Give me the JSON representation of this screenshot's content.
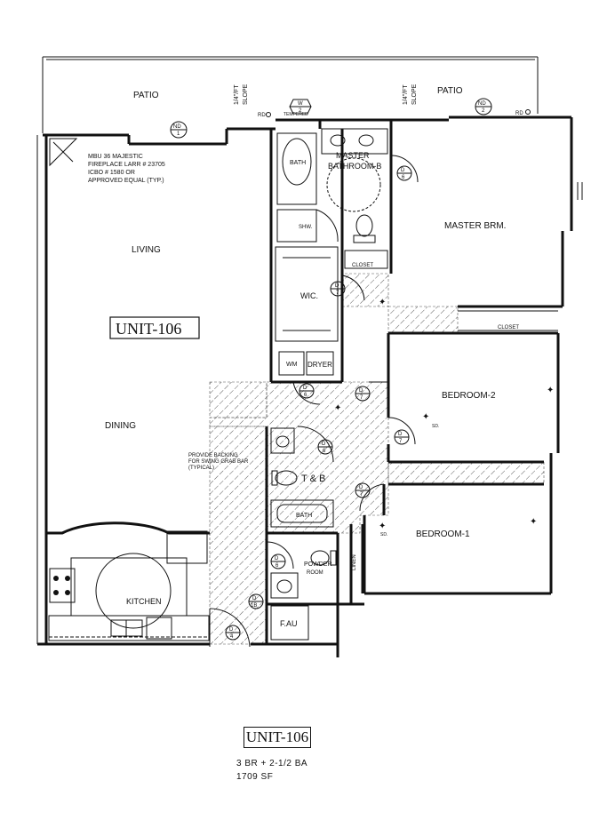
{
  "rooms": {
    "patio_left": "PATIO",
    "patio_right": "PATIO",
    "living": "LIVING",
    "dining": "DINING",
    "kitchen": "KITCHEN",
    "master_bathroom_1": "MASTER",
    "master_bathroom_2": "BATHROOM-B",
    "master_brm": "MASTER BRM.",
    "bath": "BATH",
    "shw": "SHW.",
    "closet_small": "CLOSET",
    "closet_right": "CLOSET",
    "wic": "WIC.",
    "wm": "WM",
    "dryer": "DRYER",
    "bedroom2": "BEDROOM-2",
    "bedroom1": "BEDROOM-1",
    "tb": "T & B",
    "bath2": "BATH",
    "powder_1": "POWDER",
    "powder_2": "ROOM",
    "fau": "F.AU",
    "linen": "LINEN"
  },
  "notes": {
    "fireplace": [
      "MBU 36 MAJESTIC",
      "FIREPLACE LARR # 23705",
      "ICBO # 1580 OR",
      "APPROVED EQUAL (TYP.)"
    ],
    "backing": [
      "PROVIDE BACKING",
      "FOR SWING GRAB BAR",
      "(TYPICAL)"
    ],
    "slope_left": [
      "1/4\"/FT",
      "SLOPE"
    ],
    "slope_right": [
      "1/4\"/FT",
      "SLOPE"
    ],
    "tempered": "TEMPERED",
    "rd_left": "RD",
    "rd_right": "RD",
    "sd": "SD."
  },
  "tags": {
    "window_w2": [
      "W",
      "2"
    ],
    "nd1": [
      "ND",
      "1"
    ],
    "nd2": [
      "ND",
      "2"
    ],
    "d6_master": [
      "D",
      "6"
    ],
    "d7_wic": [
      "D",
      "7"
    ],
    "d6_closet": [
      "D",
      "6"
    ],
    "d7_hall": [
      "D",
      "7"
    ],
    "d7_bed2": [
      "D",
      "7"
    ],
    "d6_tb": [
      "D",
      "6"
    ],
    "d7_bed1": [
      "D",
      "7"
    ],
    "d6_powder": [
      "D",
      "6"
    ],
    "d1b": [
      "D",
      "1B"
    ],
    "d_entry": [
      "D",
      "4"
    ]
  },
  "unit_label_plan": "UNIT-106",
  "footer": {
    "unit_label": "UNIT-106",
    "summary": "3 BR + 2-1/2 BA",
    "area": "1709 SF"
  }
}
